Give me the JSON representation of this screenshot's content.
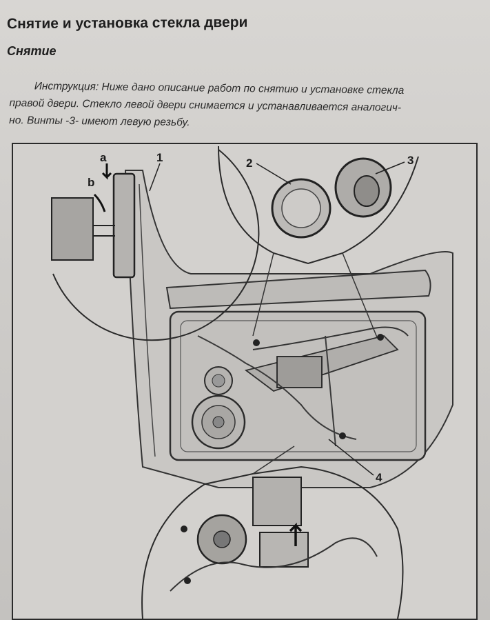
{
  "document": {
    "title": "Снятие и установка стекла двери",
    "section": "Снятие",
    "instructions": {
      "line1": "Инструкция: Ниже дано описание работ по снятию и установке стекла",
      "line2": "правой двери. Стекло левой двери снимается и устанавливается аналогич-",
      "line3": "но. Винты -3- имеют левую резьбу."
    }
  },
  "figure": {
    "callouts": {
      "a": "a",
      "b": "b",
      "n1": "1",
      "n2": "2",
      "n3": "3",
      "n4": "4"
    }
  },
  "colors": {
    "paper": "#d4d2cf",
    "ink": "#1e1e1e"
  }
}
